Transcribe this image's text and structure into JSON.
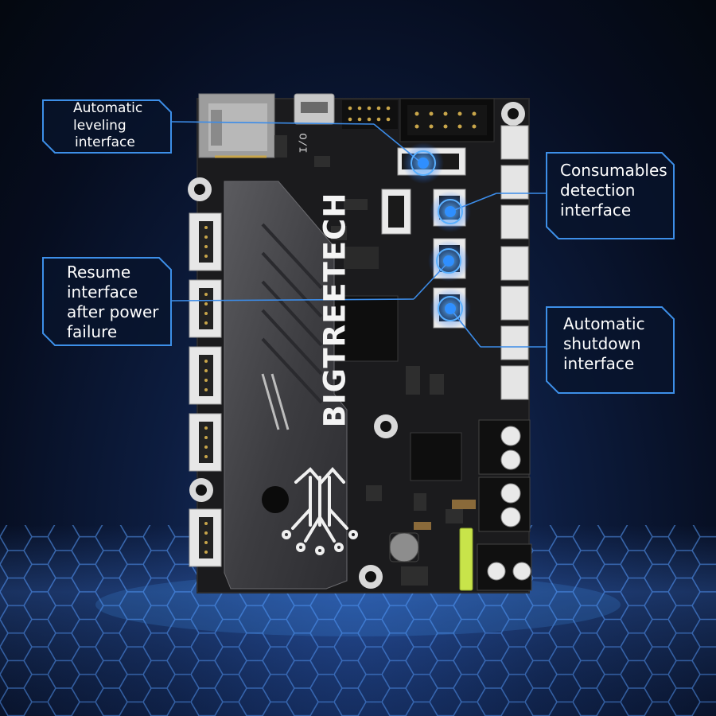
{
  "board": {
    "brand": "BIGTREETECH",
    "silk_io": "I/O"
  },
  "callouts": {
    "auto_leveling": [
      "Automatic",
      "leveling",
      "interface"
    ],
    "consumables": [
      "Consumables",
      "detection",
      "interface"
    ],
    "resume": [
      "Resume",
      "interface",
      "after power",
      "failure"
    ],
    "auto_shutdown": [
      "Automatic",
      "shutdown",
      "interface"
    ]
  },
  "colors": {
    "accent": "#2f8fff",
    "callout_border": "#3d8fe8",
    "board": "#1a1a1a",
    "background": "#0b1733"
  }
}
